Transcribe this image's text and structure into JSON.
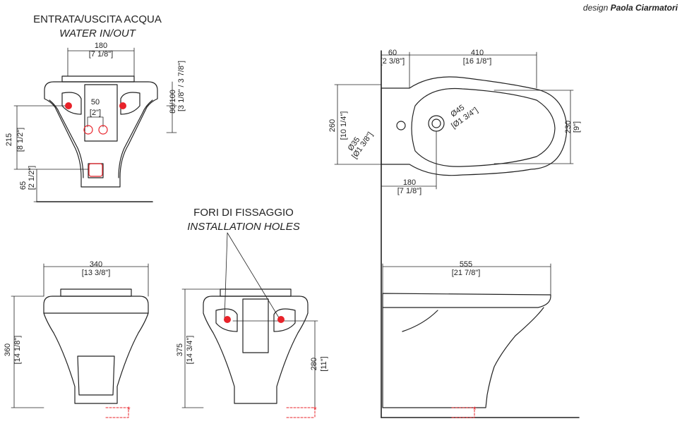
{
  "designer": {
    "prefix": "design",
    "name": "Paola Ciarmatori"
  },
  "headings": {
    "water_it": "ENTRATA/USCITA ACQUA",
    "water_en": "WATER IN/OUT",
    "holes_it": "FORI DI FISSAGGIO",
    "holes_en": "INSTALLATION HOLES"
  },
  "dimensions": {
    "back_width": "180",
    "back_width_in": "[7 1/8\"]",
    "inlet_spacing": "50",
    "inlet_spacing_in": "[2\"]",
    "fix_height": "80/100",
    "fix_height_in": "[3 1/8\" / 3 7/8\"]",
    "drain_height": "215",
    "drain_height_in": "[8 1/2\"]",
    "floor_gap": "65",
    "floor_gap_in": "[2 1/2\"]",
    "top_offset": "60",
    "top_offset_in": "[2 3/8\"]",
    "bowl_length": "410",
    "bowl_length_in": "[16 1/8\"]",
    "top_depth": "260",
    "top_depth_in": "[10 1/4\"]",
    "hole_small": "Ø35",
    "hole_small_in": "[Ø1 3/8\"]",
    "hole_large": "Ø45",
    "hole_large_in": "[Ø1 3/4\"]",
    "bowl_width": "230",
    "bowl_width_in": "[9\"]",
    "tap_offset": "180",
    "tap_offset_in": "[7 1/8\"]",
    "front_width": "340",
    "front_width_in": "[13 3/8\"]",
    "front_height": "360",
    "front_height_in": "[14 1/8\"]",
    "rear_height": "375",
    "rear_height_in": "[14 3/4\"]",
    "hole_height": "280",
    "hole_height_in": "[11\"]",
    "total_length": "555",
    "total_length_in": "[21 7/8\"]"
  },
  "colors": {
    "line": "#222222",
    "accent": "#e8232a"
  }
}
